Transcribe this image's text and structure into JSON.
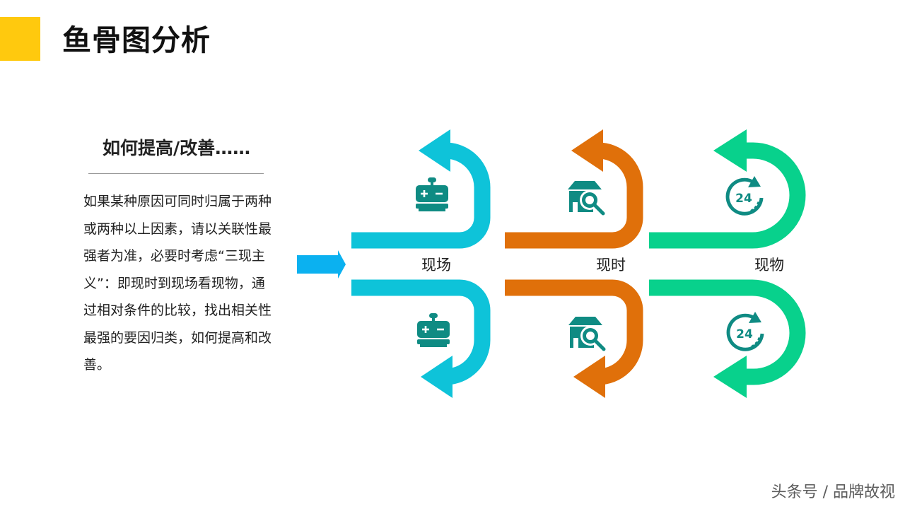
{
  "title": "鱼骨图分析",
  "subtitle": "如何提高/改善……",
  "body": "如果某种原因可同时归属于两种或两种以上因素，请以关联性最强者为准，必要时考虑“三现主义”：即现时到现场看现物，通过相对条件的比较，找出相关性最强的要因归类，如何提高和改善。",
  "diagram": {
    "labels": [
      "现场",
      "现时",
      "现物"
    ],
    "colors": {
      "accent": "#ffc90e",
      "input_arrow": "#0bb1f0",
      "cyan": "#0ec3d9",
      "orange": "#e0700a",
      "green": "#08d18c",
      "icon": "#0f8b83"
    },
    "icons": [
      "scale-icon",
      "shop-search-icon",
      "24-hour-icon"
    ],
    "icon_text": "24"
  },
  "watermark": "头条号 / 品牌故视"
}
